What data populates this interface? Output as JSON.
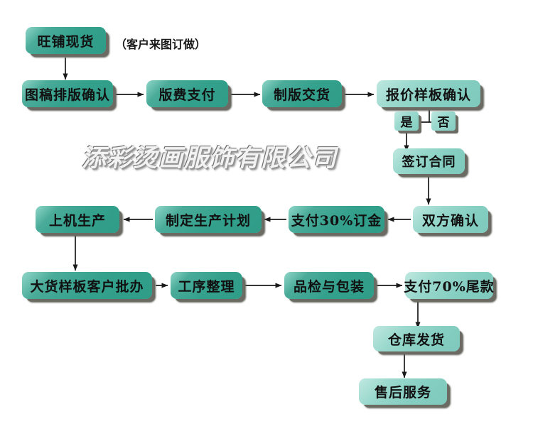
{
  "diagram": {
    "title": "添彩烫画服饰有限公司",
    "watermark": "添彩烫画服饰有限公司",
    "caption": "（客户来图订做）",
    "colors": {
      "box_teal": "#34a18d",
      "box_teal_light": "#8fd6c8",
      "box_aqua": "#85cec1",
      "box_aqua_light": "#bfe8e0",
      "shadow": "#6b6b63",
      "text": "#111111",
      "connector": "#1a1a1a",
      "background": "#ffffff",
      "watermark_fill": "#f2f2f2"
    },
    "nodes": [
      {
        "id": "n1",
        "label": "旺铺现货",
        "style": "teal"
      },
      {
        "id": "n2",
        "label": "图稿排版确认",
        "style": "teal"
      },
      {
        "id": "n3",
        "label": "版费支付",
        "style": "teal"
      },
      {
        "id": "n4",
        "label": "制版交货",
        "style": "teal"
      },
      {
        "id": "n5",
        "label": "报价样板确认",
        "style": "aqua"
      },
      {
        "id": "n5y",
        "label": "是",
        "style": "chip"
      },
      {
        "id": "n5n",
        "label": "否",
        "style": "chip"
      },
      {
        "id": "n6",
        "label": "签订合同",
        "style": "aqua"
      },
      {
        "id": "n7",
        "label": "双方确认",
        "style": "aqua"
      },
      {
        "id": "n8",
        "label": "支付30%订金",
        "style": "teal"
      },
      {
        "id": "n9",
        "label": "制定生产计划",
        "style": "teal"
      },
      {
        "id": "n10",
        "label": "上机生产",
        "style": "teal"
      },
      {
        "id": "n11",
        "label": "大货样板客户批办",
        "style": "teal"
      },
      {
        "id": "n12",
        "label": "工序整理",
        "style": "teal"
      },
      {
        "id": "n13",
        "label": "品检与包装",
        "style": "teal"
      },
      {
        "id": "n14",
        "label": "支付70%尾款",
        "style": "aqua"
      },
      {
        "id": "n15",
        "label": "仓库发货",
        "style": "aqua"
      },
      {
        "id": "n16",
        "label": "售后服务",
        "style": "aqua"
      }
    ],
    "edges": [
      {
        "from": "n1",
        "to": "n2",
        "direction": "down"
      },
      {
        "from": "n2",
        "to": "n3",
        "direction": "right"
      },
      {
        "from": "n3",
        "to": "n4",
        "direction": "right"
      },
      {
        "from": "n4",
        "to": "n5",
        "direction": "right"
      },
      {
        "from": "n5",
        "to": "n5y",
        "direction": "down-left"
      },
      {
        "from": "n5",
        "to": "n5n",
        "direction": "down-right"
      },
      {
        "from": "n5y",
        "to": "n6",
        "direction": "down"
      },
      {
        "from": "n6",
        "to": "n7",
        "direction": "down"
      },
      {
        "from": "n7",
        "to": "n8",
        "direction": "left"
      },
      {
        "from": "n8",
        "to": "n9",
        "direction": "left"
      },
      {
        "from": "n9",
        "to": "n10",
        "direction": "left"
      },
      {
        "from": "n10",
        "to": "n11",
        "direction": "down"
      },
      {
        "from": "n11",
        "to": "n12",
        "direction": "right"
      },
      {
        "from": "n12",
        "to": "n13",
        "direction": "right"
      },
      {
        "from": "n13",
        "to": "n14",
        "direction": "right"
      },
      {
        "from": "n14",
        "to": "n15",
        "direction": "down"
      },
      {
        "from": "n15",
        "to": "n16",
        "direction": "down"
      }
    ]
  }
}
